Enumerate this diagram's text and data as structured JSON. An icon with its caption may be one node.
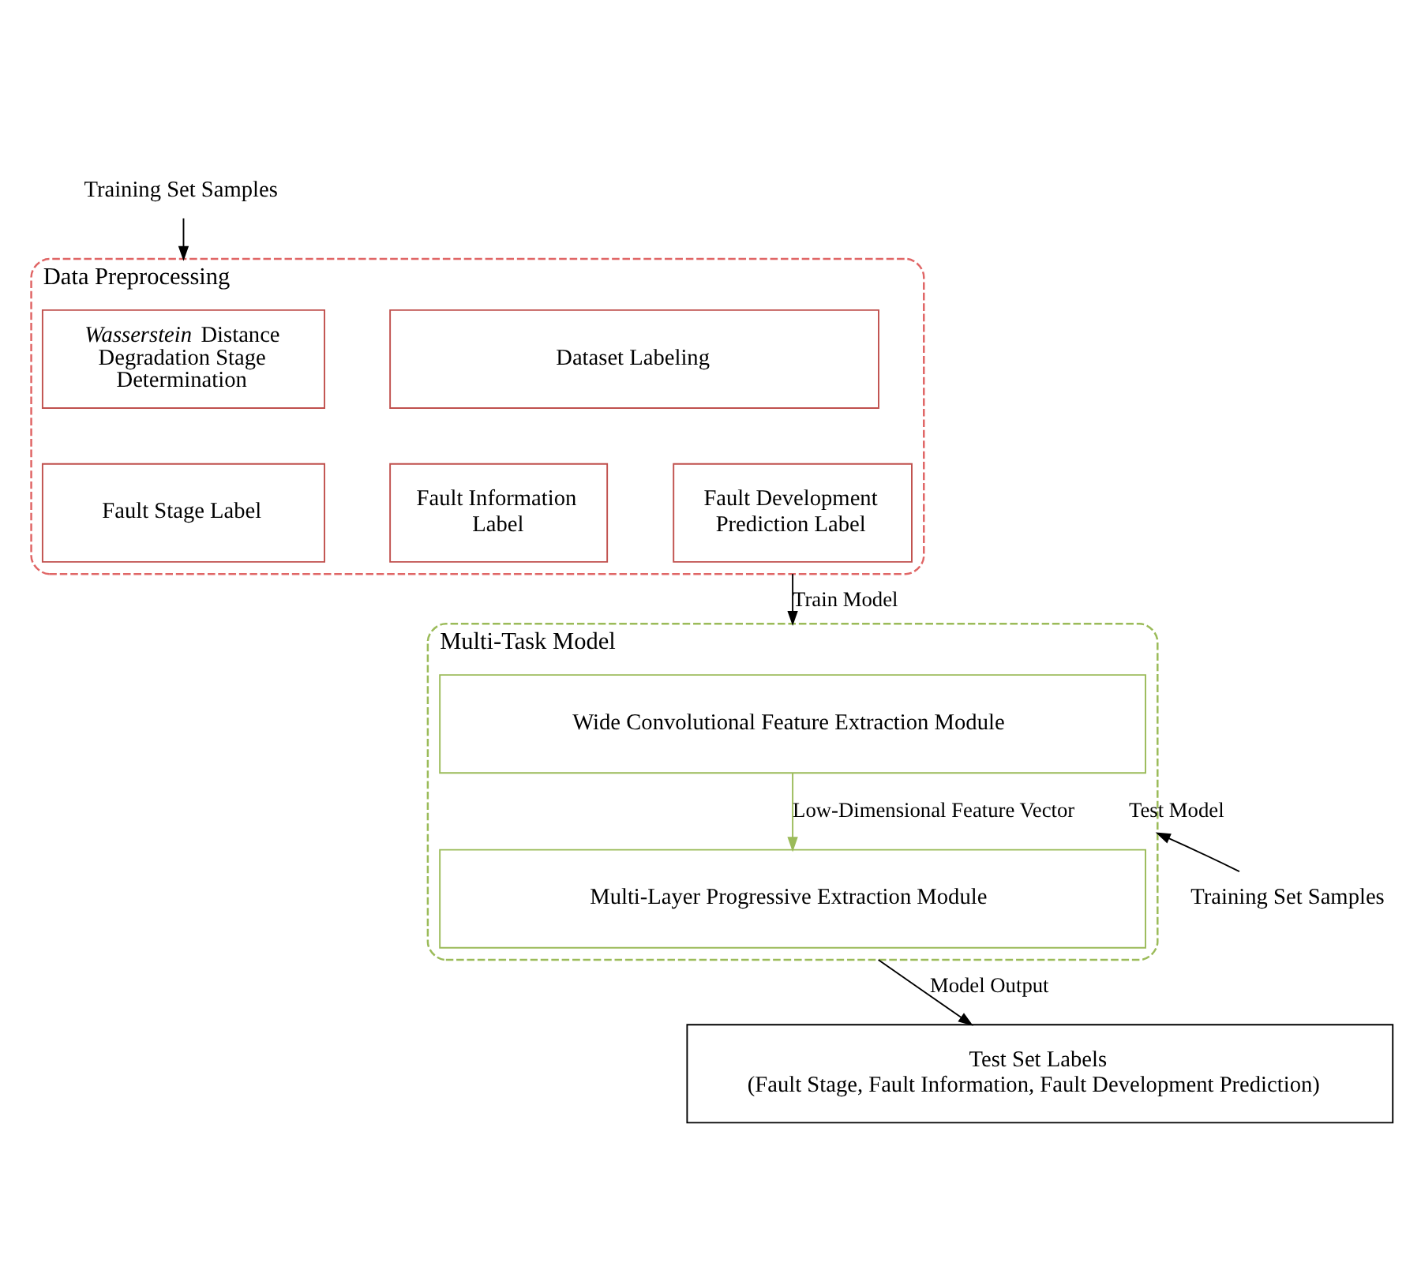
{
  "diagram": {
    "nodes": [
      {
        "text": [
          "Training Set Samples"
        ]
      },
      {
        "text": [
          "Data Preprocessing"
        ]
      },
      {
        "text": [
          "*Wasserstein* Distance Degradation Stage Determination"
        ],
        "in": 1
      },
      {
        "text": [
          "Dataset Labeling"
        ],
        "in": 1
      },
      {
        "text": [
          "Fault Stage Label"
        ],
        "in": 1
      },
      {
        "text": [
          "Fault Information Label"
        ],
        "in": 1
      },
      {
        "text": [
          "Fault Development Prediction Label"
        ],
        "in": 1
      },
      {
        "text": [
          "Multi-Task Model"
        ]
      },
      {
        "text": [
          "Wide Convolutional Feature Extraction Module"
        ],
        "in": 7
      },
      {
        "text": [
          "Multi-Layer Progressive Extraction Module"
        ],
        "in": 7
      },
      {
        "text": [
          "Training Set Samples"
        ]
      },
      {
        "text": [
          "Test Set Labels",
          "(Fault Stage, Fault Information, Fault Development Prediction)"
        ]
      }
    ],
    "edges": [
      {
        "from": 0,
        "to": 1,
        "arrow": "to"
      },
      {
        "from": 1,
        "to": 7,
        "arrow": "to",
        "label": "Train Model"
      },
      {
        "from": 8,
        "to": 9,
        "arrow": "to",
        "label": "Low-Dimensional Feature Vector",
        "color": "#9bbb59"
      },
      {
        "from": 10,
        "to": 7,
        "arrow": "to",
        "label": "Test Model"
      },
      {
        "from": 7,
        "to": 11,
        "arrow": "to",
        "label": "Model Output"
      }
    ]
  }
}
